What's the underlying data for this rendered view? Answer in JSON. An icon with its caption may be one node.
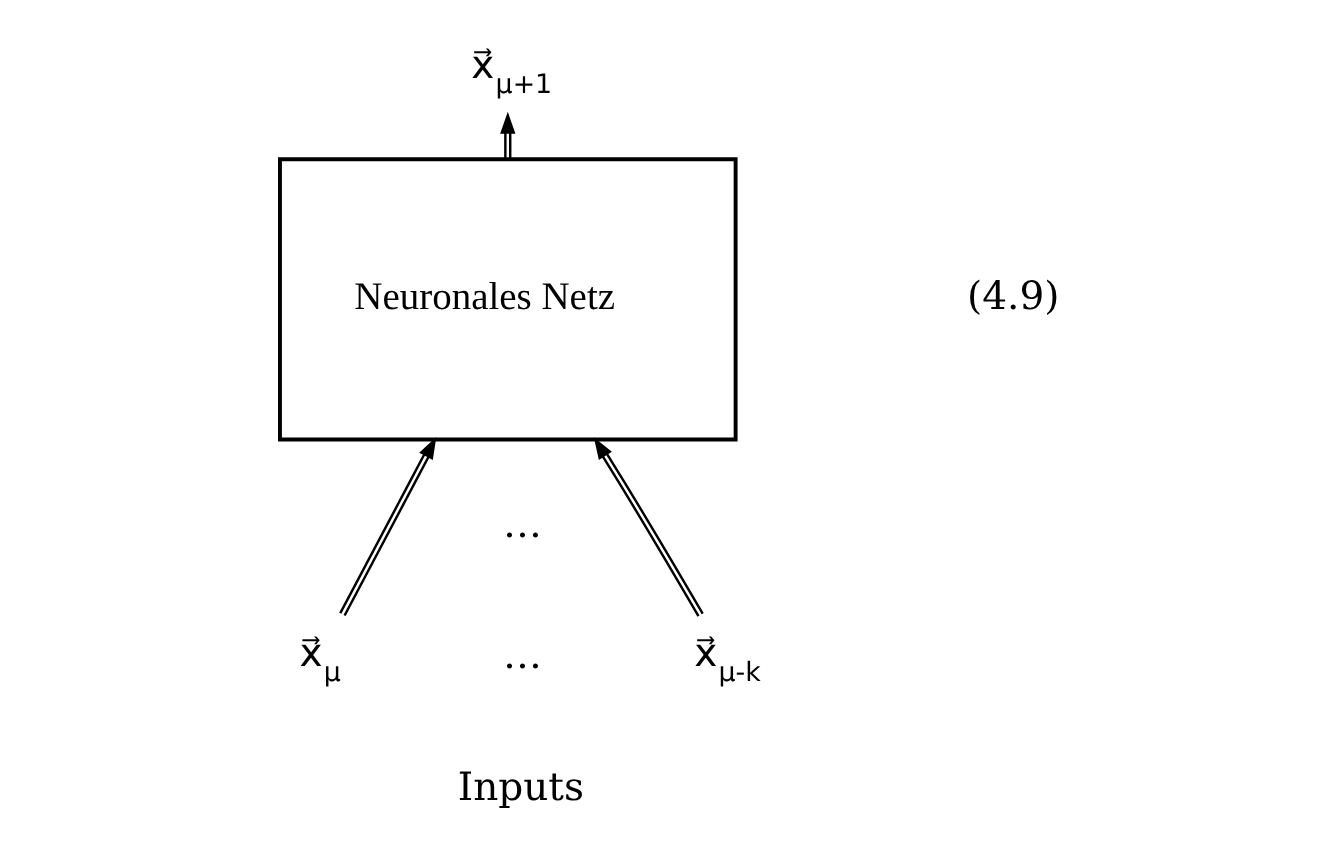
{
  "diagram": {
    "nodes": [
      {
        "text": [
          "x⃗$_{μ+1}$"
        ]
      },
      {
        "text": [
          "Neuronales Netz"
        ]
      },
      {
        "text": [
          "x⃗$_{μ}$"
        ]
      },
      {
        "text": [
          "x⃗$_{μ-k}$"
        ]
      }
    ],
    "edges": [
      {
        "from": 1,
        "to": 0,
        "arrow": "to"
      },
      {
        "from": 2,
        "to": 1,
        "arrow": "to"
      },
      {
        "from": 3,
        "to": 1,
        "arrow": "to"
      }
    ],
    "labels": [
      "…",
      "…",
      "Inputs",
      "(4.9)"
    ]
  }
}
